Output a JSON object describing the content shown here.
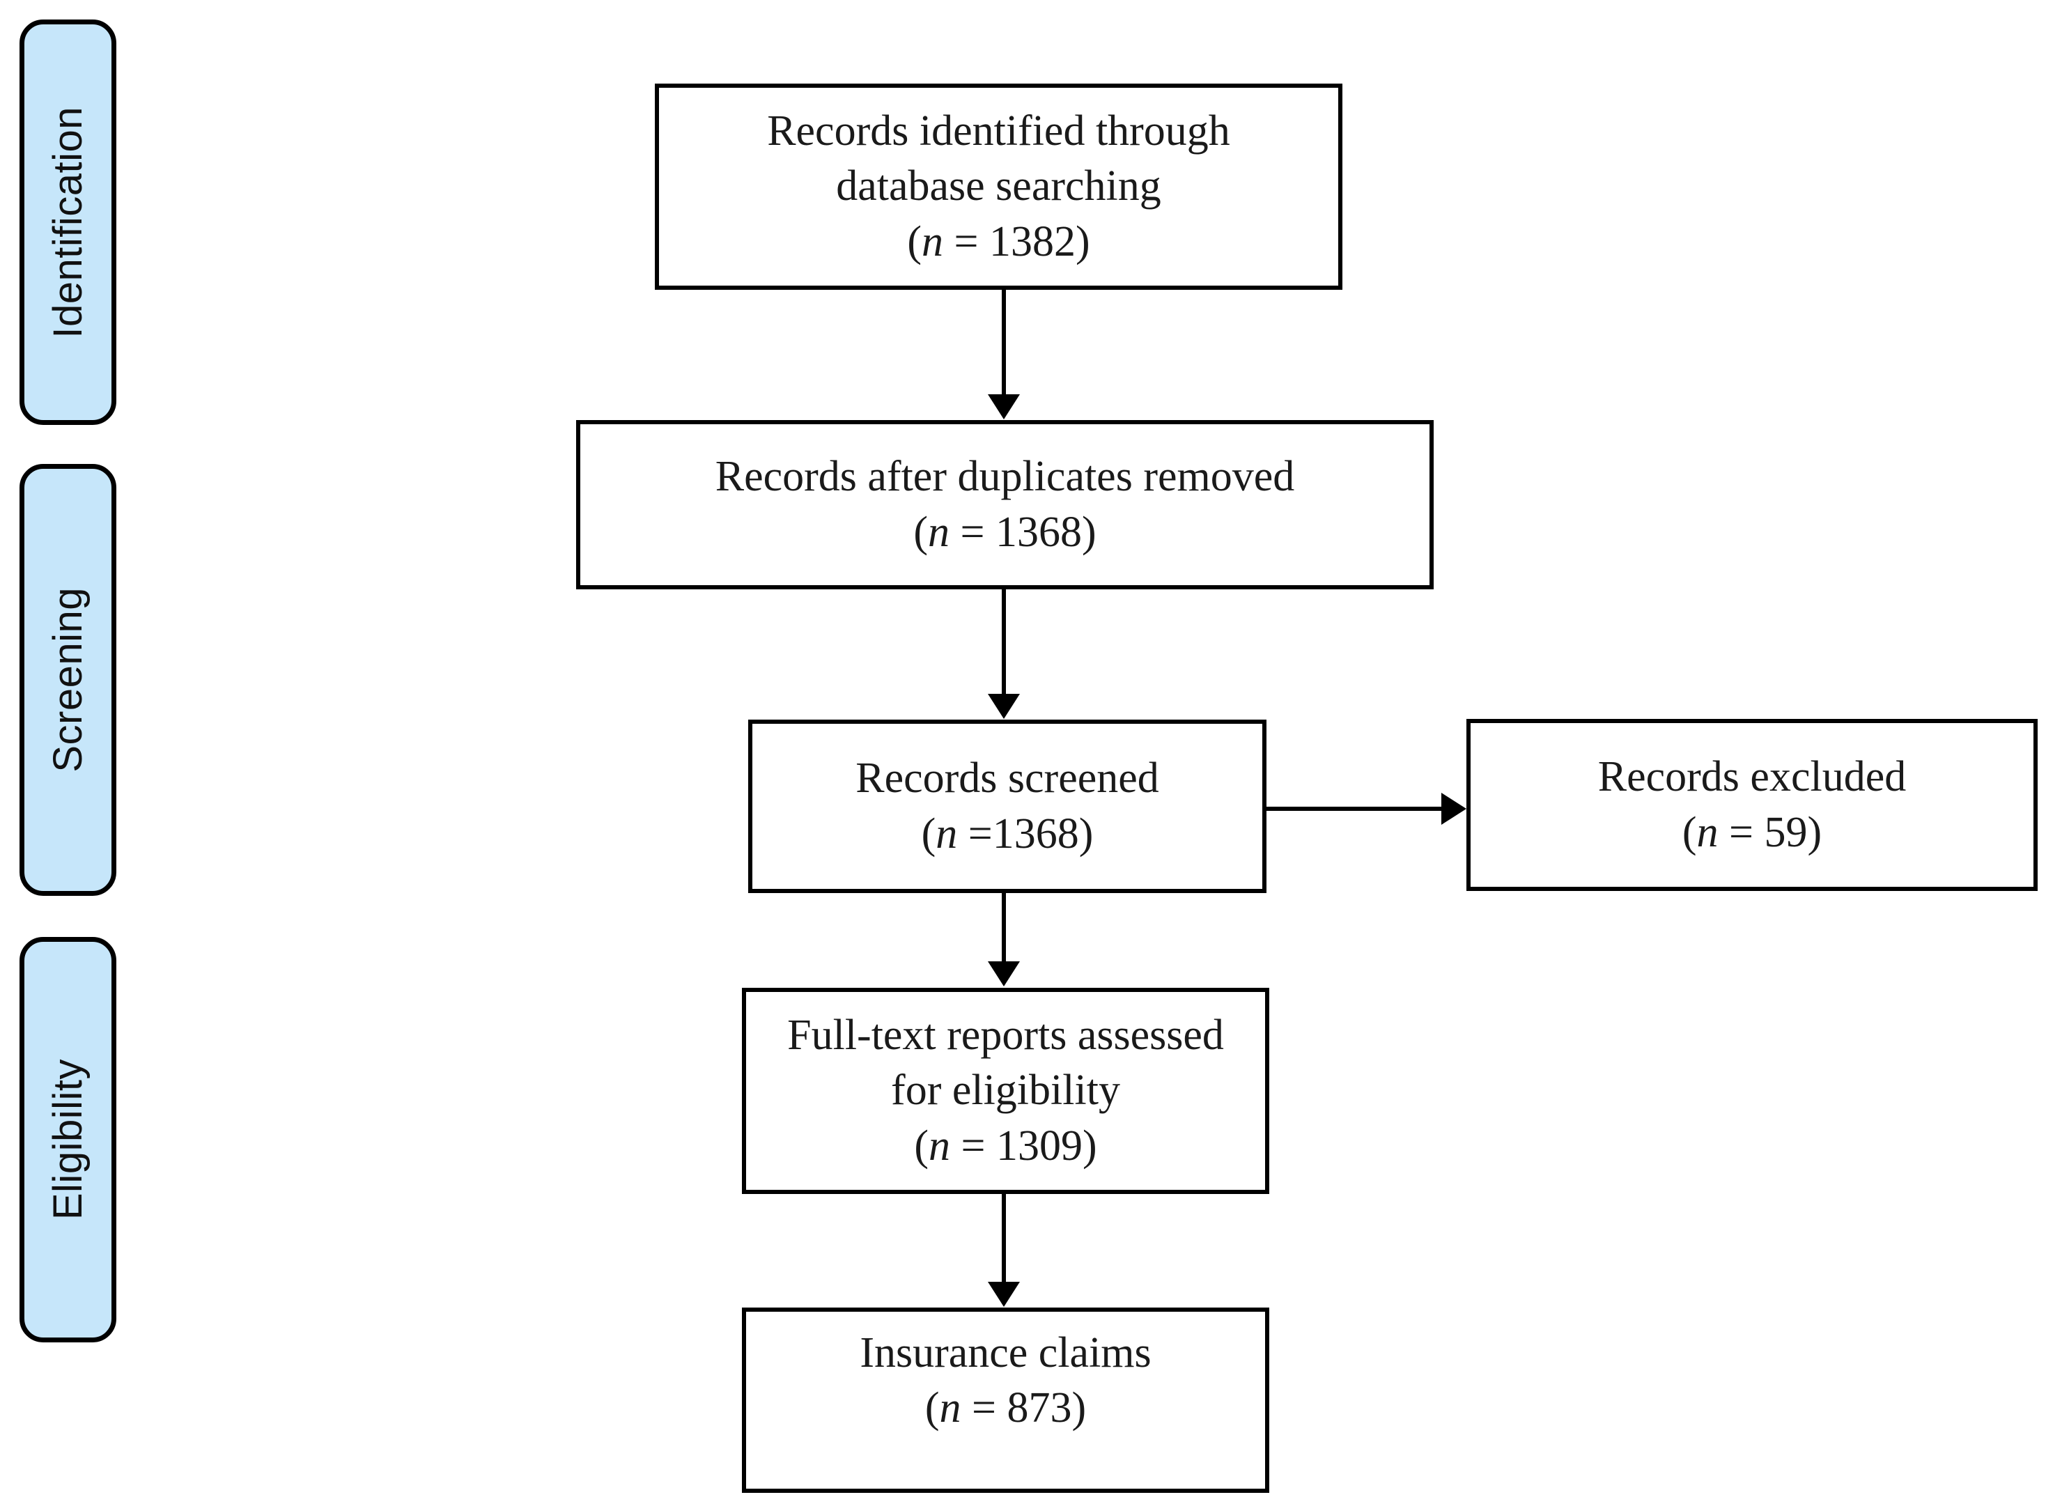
{
  "figure": {
    "type": "prisma-flow-diagram",
    "accent_color": "#C6E6FA",
    "border_color": "#000000",
    "background_color": "#FFFFFF"
  },
  "stages": [
    {
      "id": "identification",
      "label": "Identification"
    },
    {
      "id": "screening",
      "label": "Screening"
    },
    {
      "id": "eligibility",
      "label": "Eligibility"
    }
  ],
  "boxes": [
    {
      "id": "records-identified",
      "text": "Records identified through\ndatabase searching",
      "count_prefix": "(",
      "count_n": "n",
      "count_value": " = 1382)"
    },
    {
      "id": "records-after-duplicates",
      "text": "Records after duplicates removed",
      "count_prefix": "(",
      "count_n": "n",
      "count_value": " = 1368)"
    },
    {
      "id": "records-screened",
      "text": "Records screened",
      "count_prefix": "(",
      "count_n": "n",
      "count_value": " =1368)"
    },
    {
      "id": "records-excluded",
      "text": "Records excluded",
      "count_prefix": "(",
      "count_n": "n",
      "count_value": " = 59)"
    },
    {
      "id": "full-text-assessed",
      "text": "Full-text reports assessed\nfor eligibility",
      "count_prefix": "(",
      "count_n": "n",
      "count_value": " = 1309)"
    },
    {
      "id": "insurance-claims",
      "text": "Insurance claims",
      "count_prefix": "(",
      "count_n": "n",
      "count_value": " = 873)"
    }
  ],
  "connectors": [
    {
      "id": "identified-to-duplicates",
      "direction": "down"
    },
    {
      "id": "duplicates-to-screened",
      "direction": "down"
    },
    {
      "id": "screened-to-excluded",
      "direction": "right"
    },
    {
      "id": "screened-to-fulltext",
      "direction": "down"
    },
    {
      "id": "fulltext-to-claims",
      "direction": "down"
    }
  ]
}
